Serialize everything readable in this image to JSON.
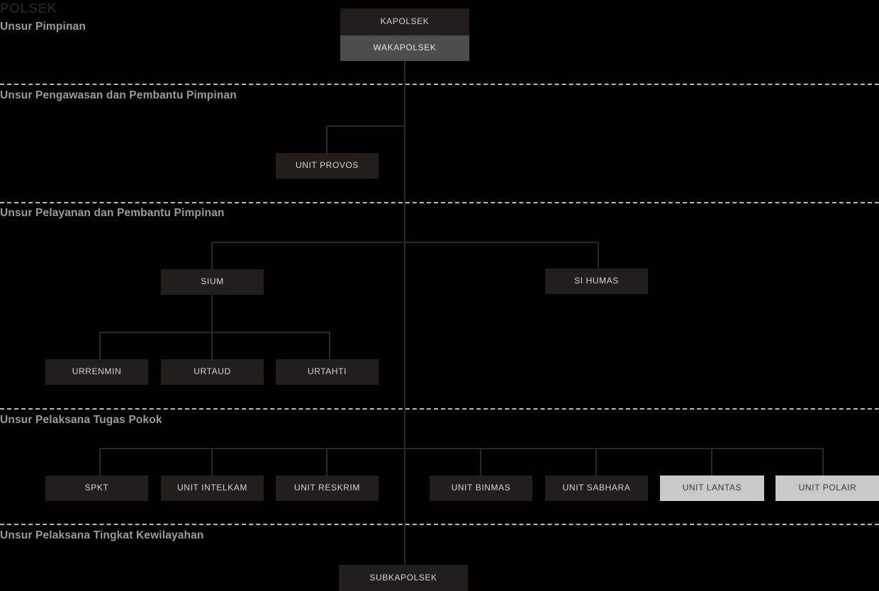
{
  "title": "POLSEK",
  "colors": {
    "background": "#000000",
    "box_dark": "#211e1b",
    "box_grey": "#4d4d4d",
    "box_light": "#c9c9c9",
    "text_light": "#d8d4d0",
    "text_dark": "#3a3a3a",
    "line": "#2b2724",
    "divider": "#b9b9b9",
    "section_label": "#9b9b9b",
    "title": "#231f1c"
  },
  "sections": [
    {
      "id": "pimpinan",
      "label": "Unsur Pimpinan"
    },
    {
      "id": "pengawasan",
      "label": "Unsur Pengawasan dan Pembantu Pimpinan"
    },
    {
      "id": "pelayanan",
      "label": "Unsur Pelayanan dan Pembantu Pimpinan"
    },
    {
      "id": "pelaksana",
      "label": "Unsur Pelaksana Tugas Pokok"
    },
    {
      "id": "kewilayahan",
      "label": "Unsur Pelaksana Tingkat Kewilayahan"
    }
  ],
  "nodes": {
    "kapolsek": {
      "label": "KAPOLSEK",
      "style": "dark"
    },
    "wakapolsek": {
      "label": "WAKAPOLSEK",
      "style": "grey"
    },
    "unit_provos": {
      "label": "UNIT PROVOS",
      "style": "dark"
    },
    "sium": {
      "label": "SIUM",
      "style": "dark"
    },
    "si_humas": {
      "label": "SI HUMAS",
      "style": "dark"
    },
    "urrenmin": {
      "label": "URRENMIN",
      "style": "dark"
    },
    "urtaud": {
      "label": "URTAUD",
      "style": "dark"
    },
    "urtahti": {
      "label": "URTAHTI",
      "style": "dark"
    },
    "spkt": {
      "label": "SPKT",
      "style": "dark"
    },
    "unit_intelkam": {
      "label": "UNIT INTELKAM",
      "style": "dark"
    },
    "unit_reskrim": {
      "label": "UNIT RESKRIM",
      "style": "dark"
    },
    "unit_binmas": {
      "label": "UNIT BINMAS",
      "style": "dark"
    },
    "unit_sabhara": {
      "label": "UNIT SABHARA",
      "style": "dark"
    },
    "unit_lantas": {
      "label": "UNIT LANTAS",
      "style": "light"
    },
    "unit_polair": {
      "label": "UNIT POLAIR",
      "style": "light"
    },
    "subkapolsek": {
      "label": "SUBKAPOLSEK",
      "style": "dark"
    }
  }
}
